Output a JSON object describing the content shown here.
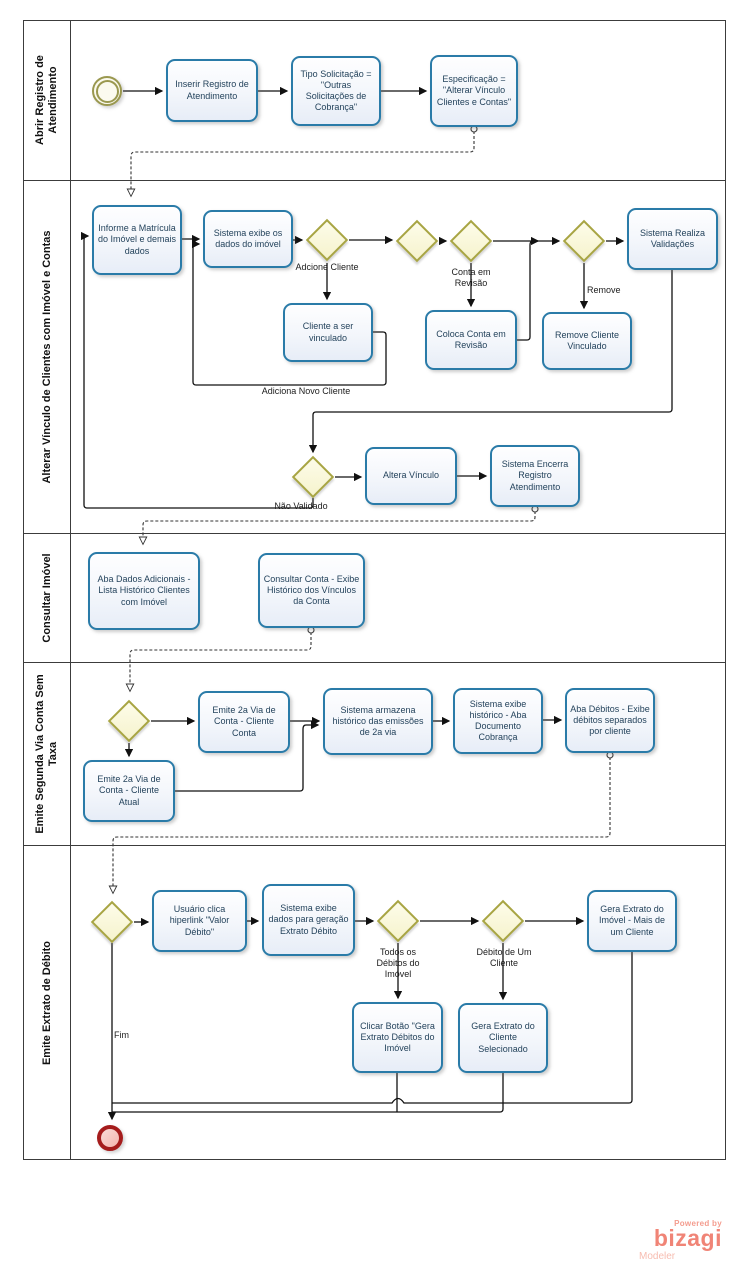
{
  "diagram": {
    "lanes": [
      {
        "label": "Abrir Registro de Atendimento"
      },
      {
        "label": "Alterar Vínculo de Clientes com Imóvel e Contas"
      },
      {
        "label": "Consultar Imóvel"
      },
      {
        "label": "Emite Segunda Via Conta Sem Taxa"
      },
      {
        "label": "Emite Extrato de Débito"
      }
    ],
    "nodes": {
      "a1": "Inserir Registro de Atendimento",
      "a2": "Tipo Solicitação = \"Outras Solicitações de Cobrança\"",
      "a3": "Especificação = \"Alterar Vínculo Clientes e Contas\"",
      "b1": "Informe a Matrícula do Imóvel e demais dados",
      "b2": "Sistema exibe os dados do imóvel",
      "b3": "Cliente a ser vinculado",
      "b4": "Coloca Conta em Revisão",
      "b5": "Remove Cliente Vinculado",
      "b6": "Sistema Realiza Validações",
      "b7": "Altera Vínculo",
      "b8": "Sistema Encerra Registro Atendimento",
      "c1": "Aba Dados Adicionais - Lista Histórico Clientes com Imóvel",
      "c2": "Consultar Conta - Exibe Histórico dos Vínculos da Conta",
      "d1": "Emite 2a Via de Conta - Cliente Conta",
      "d2": "Emite 2a Via de Conta - Cliente Atual",
      "d3": "Sistema armazena histórico das emissões de 2a via",
      "d4": "Sistema exibe histórico - Aba Documento Cobrança",
      "d5": "Aba Débitos - Exibe débitos separados por cliente",
      "e1": "Usuário clica hiperlink \"Valor Débito\"",
      "e2": "Sistema exibe dados para geração Extrato Débito",
      "e3": "Gera Extrato do Imóvel - Mais de um Cliente",
      "e4": "Clicar Botão \"Gera Extrato Débitos do Imóvel",
      "e5": "Gera Extrato do Cliente Selecionado"
    },
    "edge_labels": {
      "adcione_cliente": "Adcione Cliente",
      "adiciona_novo_cliente": "Adiciona Novo Cliente",
      "conta_em_revisao": "Conta em Revisão",
      "remove": "Remove",
      "nao_validado": "Não Validado",
      "todos_debitos": "Todos os Débitos do Imóvel",
      "debito_um_cliente": "Débito de Um Cliente",
      "fim": "Fim"
    }
  },
  "branding": {
    "powered_by": "Powered by",
    "brand": "bizagi",
    "product": "Modeler"
  },
  "colors": {
    "task_border": "#2A7BA8",
    "task_fill": "#E9EEF8",
    "gateway_border": "#A8A543",
    "gateway_fill": "#F8F6D4",
    "start_event": "#9A984F",
    "end_event": "#A51C1C",
    "flow_line": "#111111",
    "logo_brand": "#F08476",
    "logo_light": "#F7BCB0"
  }
}
